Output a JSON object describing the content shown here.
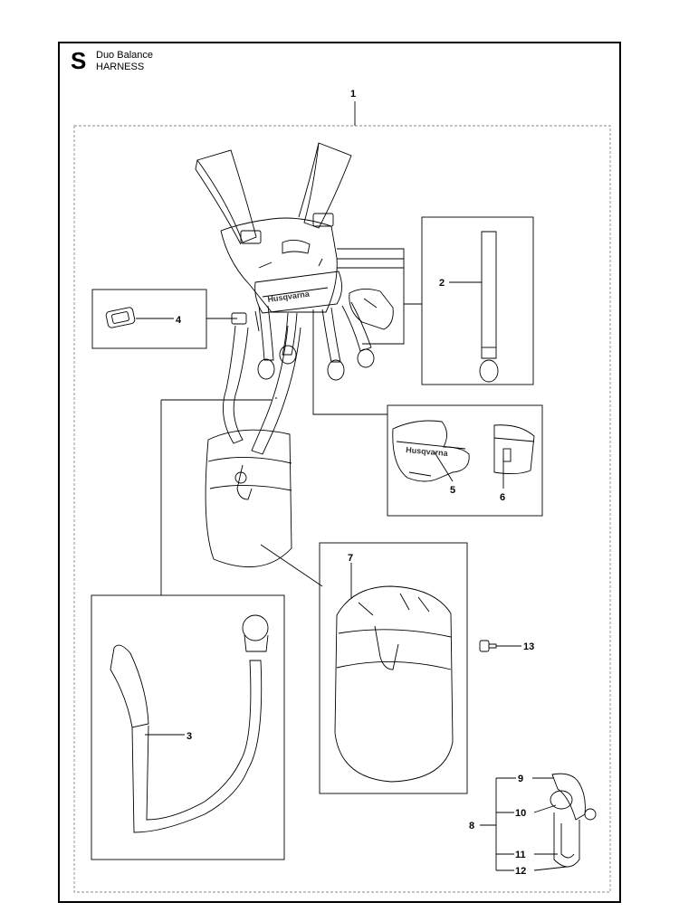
{
  "section": {
    "letter": "S",
    "product": "Duo Balance",
    "name": "HARNESS"
  },
  "brand_logo": "Husqvarna",
  "callouts": [
    "1",
    "2",
    "3",
    "4",
    "5",
    "6",
    "7",
    "8",
    "9",
    "10",
    "11",
    "12",
    "13"
  ]
}
